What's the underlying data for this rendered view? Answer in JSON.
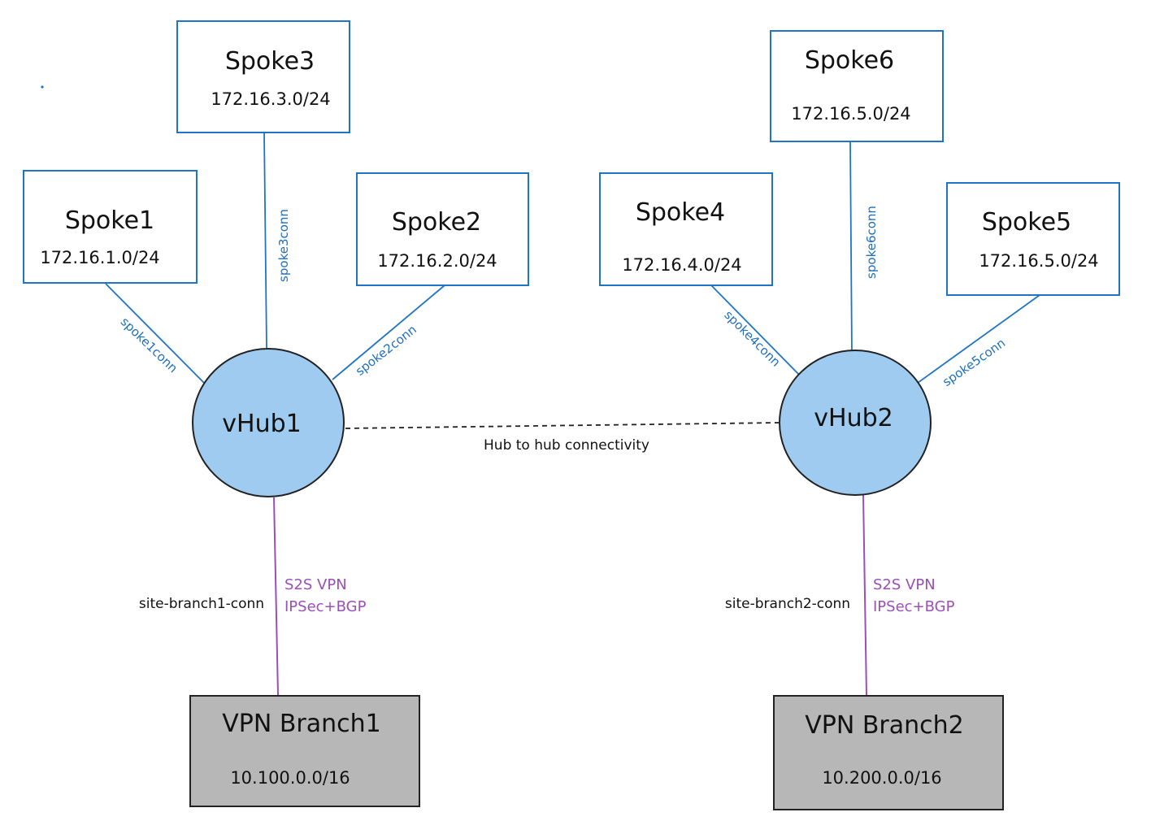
{
  "colors": {
    "spoke_border": "#1f74c8",
    "spoke_link": "#1f74c8",
    "conn_label": "#1f6fbd",
    "hub_fill": "#9ecbef",
    "hub_stroke": "#222222",
    "branch_fill": "#b7b7b7",
    "vpn_link": "#9b4fb8",
    "vpn_label": "#9b4fb8",
    "dashed_link": "#222222"
  },
  "hubs": {
    "vhub1": {
      "label": "vHub1"
    },
    "vhub2": {
      "label": "vHub2"
    }
  },
  "hub_link_label": "Hub to hub connectivity",
  "spokes": {
    "spoke1": {
      "name": "Spoke1",
      "subnet": "172.16.1.0/24",
      "conn": "spoke1conn"
    },
    "spoke2": {
      "name": "Spoke2",
      "subnet": "172.16.2.0/24",
      "conn": "spoke2conn"
    },
    "spoke3": {
      "name": "Spoke3",
      "subnet": "172.16.3.0/24",
      "conn": "spoke3conn"
    },
    "spoke4": {
      "name": "Spoke4",
      "subnet": "172.16.4.0/24",
      "conn": "spoke4conn"
    },
    "spoke5": {
      "name": "Spoke5",
      "subnet": "172.16.5.0/24",
      "conn": "spoke5conn"
    },
    "spoke6": {
      "name": "Spoke6",
      "subnet": "172.16.5.0/24",
      "conn": "spoke6conn"
    }
  },
  "branches": {
    "branch1": {
      "name": "VPN Branch1",
      "subnet": "10.100.0.0/16",
      "conn": "site-branch1-conn",
      "vpn_line1": "S2S VPN",
      "vpn_line2": "IPSec+BGP"
    },
    "branch2": {
      "name": "VPN Branch2",
      "subnet": "10.200.0.0/16",
      "conn": "site-branch2-conn",
      "vpn_line1": "S2S VPN",
      "vpn_line2": "IPSec+BGP"
    }
  }
}
